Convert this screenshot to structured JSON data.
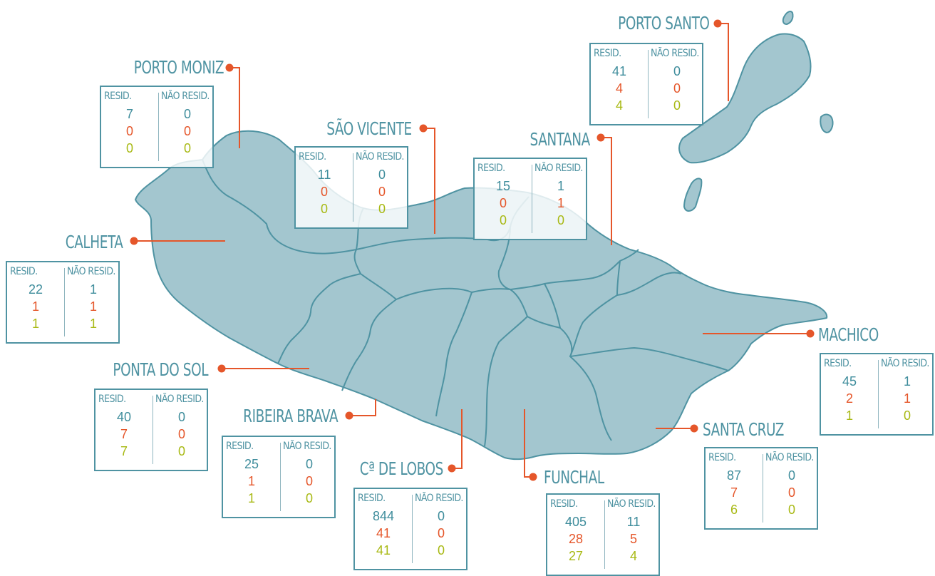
{
  "headers": {
    "resid": "RESID.",
    "nao_resid": "NÃO RESID."
  },
  "colors": {
    "first_row": "#3f8d9c",
    "second_row": "#e5562a",
    "third_row": "#a8b914",
    "island_fill": "#a3c6cf",
    "island_border": "#4f93a2",
    "leader": "#e5562a"
  },
  "municipalities": {
    "porto_santo": {
      "name": "PORTO SANTO",
      "resid": [
        "41",
        "4",
        "4"
      ],
      "nao_resid": [
        "0",
        "0",
        "0"
      ]
    },
    "porto_moniz": {
      "name": "PORTO MONIZ",
      "resid": [
        "7",
        "0",
        "0"
      ],
      "nao_resid": [
        "0",
        "0",
        "0"
      ]
    },
    "sao_vicente": {
      "name": "SÃO VICENTE",
      "resid": [
        "11",
        "0",
        "0"
      ],
      "nao_resid": [
        "0",
        "0",
        "0"
      ]
    },
    "santana": {
      "name": "SANTANA",
      "resid": [
        "15",
        "0",
        "0"
      ],
      "nao_resid": [
        "1",
        "1",
        "0"
      ]
    },
    "calheta": {
      "name": "CALHETA",
      "resid": [
        "22",
        "1",
        "1"
      ],
      "nao_resid": [
        "1",
        "1",
        "1"
      ]
    },
    "machico": {
      "name": "MACHICO",
      "resid": [
        "45",
        "2",
        "1"
      ],
      "nao_resid": [
        "1",
        "1",
        "0"
      ]
    },
    "ponta_do_sol": {
      "name": "PONTA DO SOL",
      "resid": [
        "40",
        "7",
        "7"
      ],
      "nao_resid": [
        "0",
        "0",
        "0"
      ]
    },
    "ribeira_brava": {
      "name": "RIBEIRA BRAVA",
      "resid": [
        "25",
        "1",
        "1"
      ],
      "nao_resid": [
        "0",
        "0",
        "0"
      ]
    },
    "santa_cruz": {
      "name": "SANTA CRUZ",
      "resid": [
        "87",
        "7",
        "6"
      ],
      "nao_resid": [
        "0",
        "0",
        "0"
      ]
    },
    "camara_de_lobos": {
      "name": "Cª DE LOBOS",
      "resid": [
        "844",
        "41",
        "41"
      ],
      "nao_resid": [
        "0",
        "0",
        "0"
      ]
    },
    "funchal": {
      "name": "FUNCHAL",
      "resid": [
        "405",
        "28",
        "27"
      ],
      "nao_resid": [
        "11",
        "5",
        "4"
      ]
    }
  }
}
